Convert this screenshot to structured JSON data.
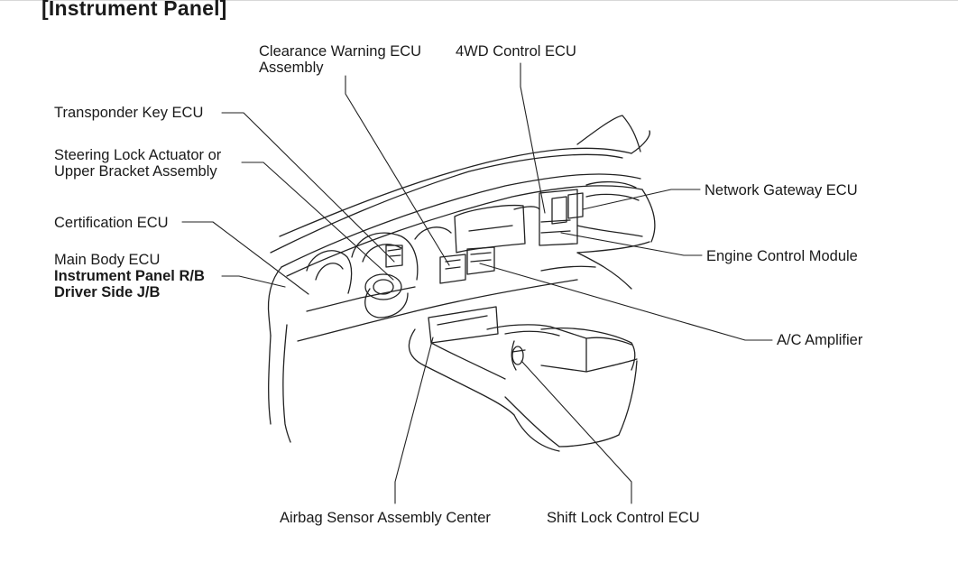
{
  "title": "[Instrument Panel]",
  "labels": {
    "clearance_warning_ecu": [
      "Clearance Warning ECU",
      "Assembly"
    ],
    "fourwd_control_ecu": "4WD Control ECU",
    "transponder_key_ecu": "Transponder Key ECU",
    "steering_lock_actuator": [
      "Steering Lock Actuator or",
      "Upper Bracket Assembly"
    ],
    "certification_ecu": "Certification ECU",
    "main_body_ecu": "Main Body ECU",
    "instrument_panel_rb": "Instrument Panel R/B",
    "driver_side_jb": "Driver Side J/B",
    "network_gateway_ecu": "Network Gateway ECU",
    "engine_control_module": "Engine Control Module",
    "ac_amplifier": "A/C Amplifier",
    "airbag_sensor_assembly_center": "Airbag Sensor Assembly Center",
    "shift_lock_control_ecu": "Shift Lock Control ECU"
  }
}
